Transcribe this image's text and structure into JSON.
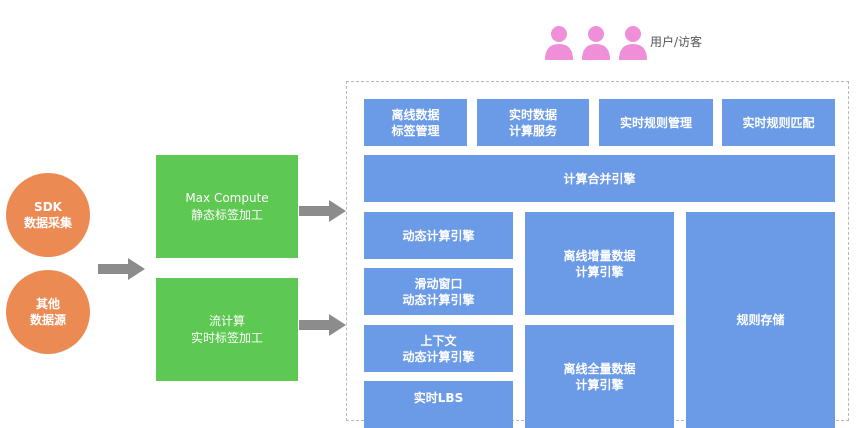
{
  "users": {
    "label": "用户/访客",
    "icon_color": "#ee8fd8"
  },
  "sources": [
    {
      "line1": "SDK",
      "line2": "数据采集"
    },
    {
      "line1": "其他",
      "line2": "数据源"
    }
  ],
  "processing": [
    {
      "line1": "Max Compute",
      "line2": "静态标签加工"
    },
    {
      "line1": "流计算",
      "line2": "实时标签加工"
    }
  ],
  "services": [
    {
      "line1": "离线数据",
      "line2": "标签管理"
    },
    {
      "line1": "实时数据",
      "line2": "计算服务"
    },
    {
      "line1": "实时规则管理",
      "line2": ""
    },
    {
      "line1": "实时规则匹配",
      "line2": ""
    }
  ],
  "merge_engine": "计算合并引擎",
  "engines_left": [
    {
      "line1": "动态计算引擎",
      "line2": ""
    },
    {
      "line1": "滑动窗口",
      "line2": "动态计算引擎"
    },
    {
      "line1": "上下文",
      "line2": "动态计算引擎"
    },
    {
      "line1": "实时LBS",
      "line2": ""
    }
  ],
  "engines_mid": [
    {
      "line1": "离线增量数据",
      "line2": "计算引擎"
    },
    {
      "line1": "离线全量数据",
      "line2": "计算引擎"
    }
  ],
  "rule_storage": "规则存储",
  "colors": {
    "source_orange": "#ec8a54",
    "processing_green": "#5dc852",
    "module_blue": "#6b9be6",
    "arrow_gray": "#8c8c8c"
  }
}
